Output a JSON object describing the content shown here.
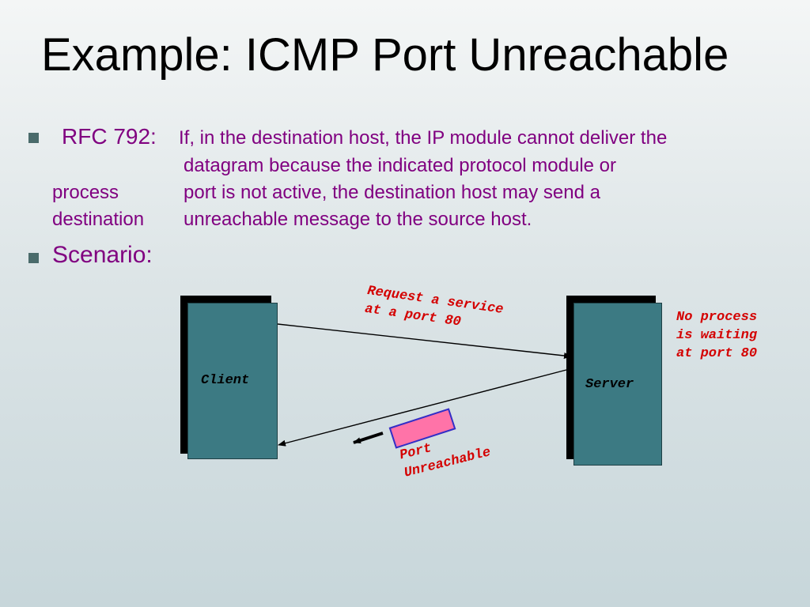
{
  "slide": {
    "title": "Example: ICMP Port Unreachable",
    "bullet1": {
      "label": "RFC 792:",
      "lines": [
        "If, in the destination host, the IP module cannot deliver the",
        "datagram  because the indicated  protocol module or",
        "port is not active, the destination host may send a",
        "unreachable message to the source host."
      ],
      "left_words": [
        "process",
        "destination"
      ]
    },
    "bullet2": {
      "label": "Scenario:"
    }
  },
  "diagram": {
    "client_label": "Client",
    "server_label": "Server",
    "request_label": [
      "Request a service",
      "at a port 80"
    ],
    "server_note": [
      "No process",
      "is waiting",
      "at port 80"
    ],
    "reply_label": [
      "Port",
      "Unreachable"
    ],
    "colors": {
      "box": "#3c7a83",
      "packet": "#ff73a8",
      "note": "#d40000",
      "text": "#800080"
    }
  }
}
